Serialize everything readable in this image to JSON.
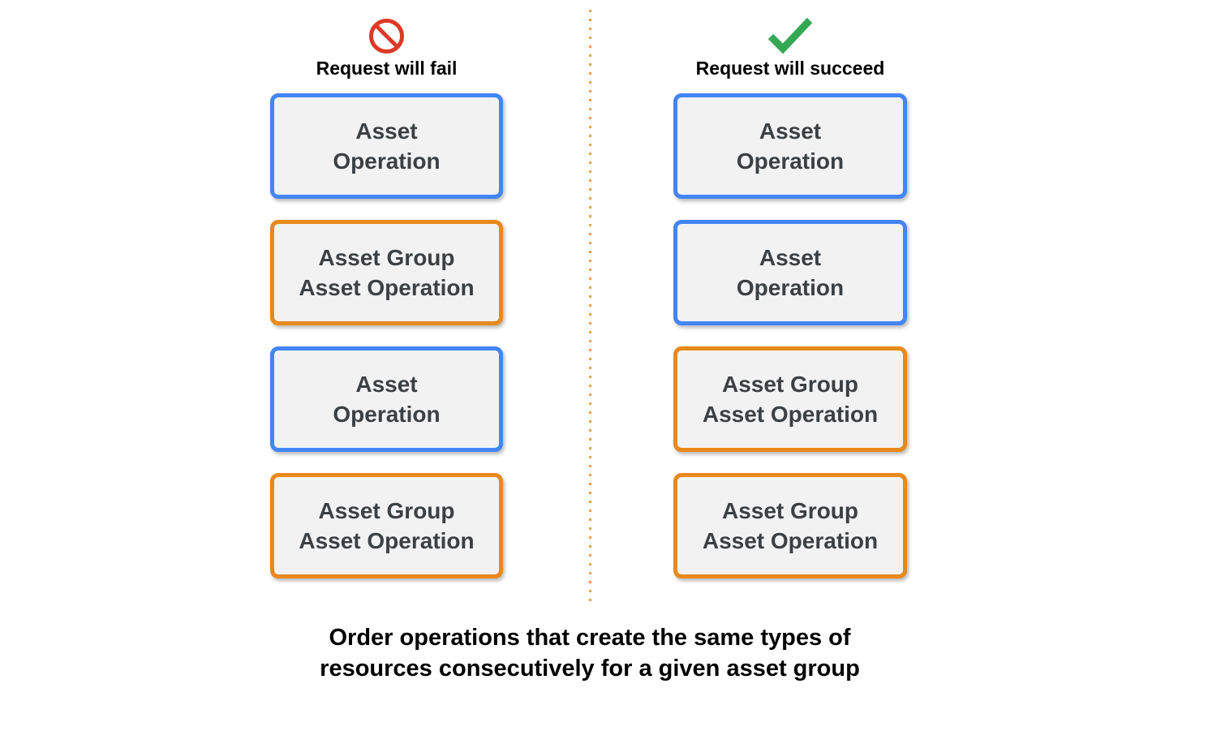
{
  "colors": {
    "blue": "#4285F4",
    "orange": "#E8891B",
    "red": "#DC3A27",
    "green": "#34A853",
    "box_fill": "#F2F2F2",
    "box_text": "#3C4043",
    "divider_dot": "#E8A04C",
    "heading_text": "#000000"
  },
  "columns": [
    {
      "id": "fail",
      "icon": "prohibition-icon",
      "title": "Request will fail",
      "boxes": [
        {
          "type": "asset_operation",
          "accent": "blue",
          "lines": [
            "Asset",
            "Operation"
          ]
        },
        {
          "type": "asset_group_asset_operation",
          "accent": "orange",
          "lines": [
            "Asset Group",
            "Asset Operation"
          ]
        },
        {
          "type": "asset_operation",
          "accent": "blue",
          "lines": [
            "Asset",
            "Operation"
          ]
        },
        {
          "type": "asset_group_asset_operation",
          "accent": "orange",
          "lines": [
            "Asset Group",
            "Asset Operation"
          ]
        }
      ]
    },
    {
      "id": "succeed",
      "icon": "checkmark-icon",
      "title": "Request will succeed",
      "boxes": [
        {
          "type": "asset_operation",
          "accent": "blue",
          "lines": [
            "Asset",
            "Operation"
          ]
        },
        {
          "type": "asset_operation",
          "accent": "blue",
          "lines": [
            "Asset",
            "Operation"
          ]
        },
        {
          "type": "asset_group_asset_operation",
          "accent": "orange",
          "lines": [
            "Asset Group",
            "Asset Operation"
          ]
        },
        {
          "type": "asset_group_asset_operation",
          "accent": "orange",
          "lines": [
            "Asset Group",
            "Asset Operation"
          ]
        }
      ]
    }
  ],
  "caption": {
    "lines": [
      "Order operations that create the same types of",
      "resources consecutively for a given asset group"
    ]
  }
}
